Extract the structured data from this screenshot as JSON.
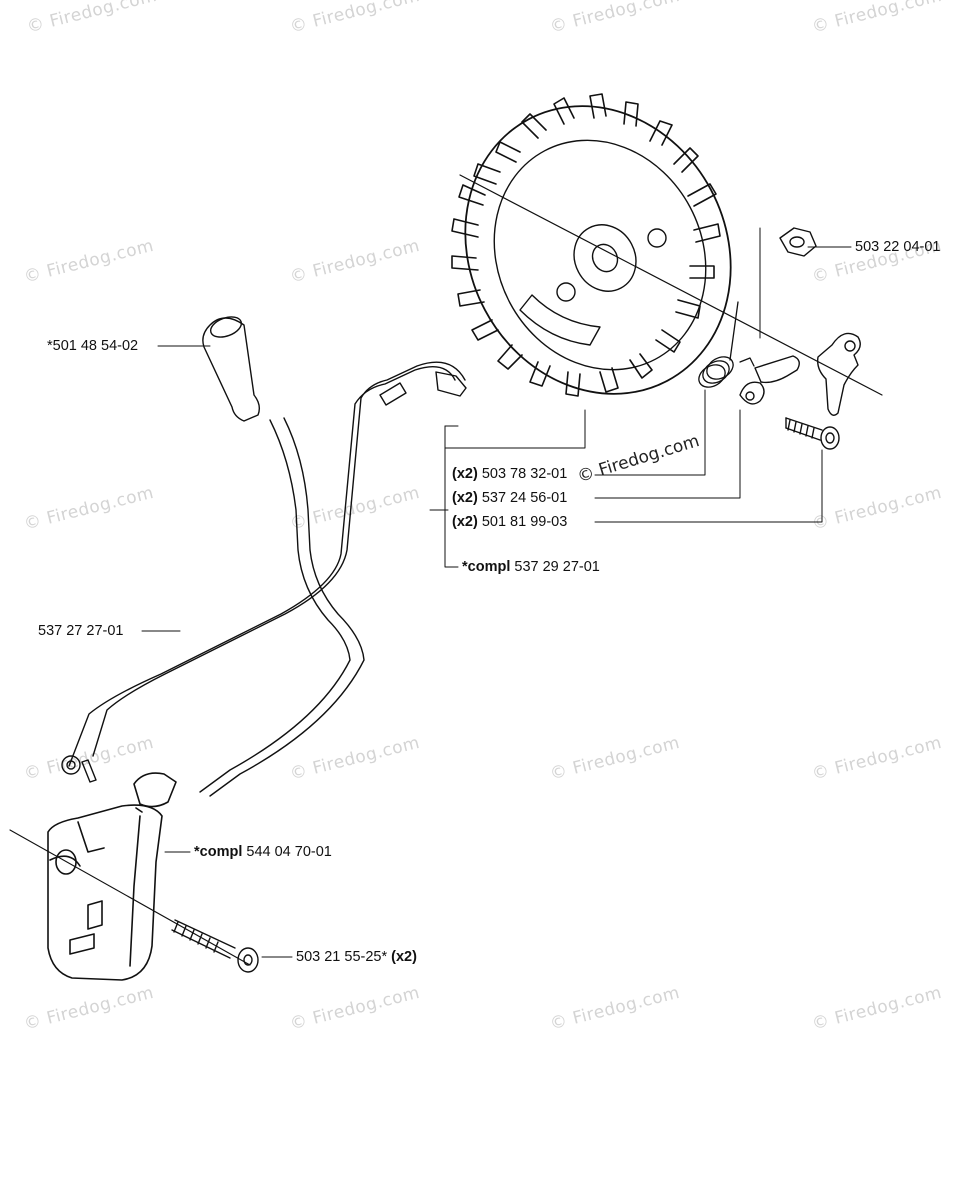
{
  "watermark": "© Firedog.com",
  "parts": {
    "spark_cap": {
      "part": "*501 48 54-02"
    },
    "nut": {
      "part": "503 22 04-01"
    },
    "pawl_spring": {
      "qty": "(x2)",
      "part": "503 78 32-01"
    },
    "pawl": {
      "qty": "(x2)",
      "part": "537 24 56-01"
    },
    "pawl_screw": {
      "qty": "(x2)",
      "part": "501 81 99-03"
    },
    "flywheel_assembly": {
      "qty": "*compl",
      "part": "537 29 27-01"
    },
    "wire_harness": {
      "part": "537 27 27-01"
    },
    "ignition_module": {
      "qty": "*compl",
      "part": "544 04 70-01"
    },
    "module_screw": {
      "part": "503 21 55-25*",
      "qty": "(x2)"
    }
  },
  "colors": {
    "line": "#111111",
    "watermark": "#d4d4d4"
  }
}
